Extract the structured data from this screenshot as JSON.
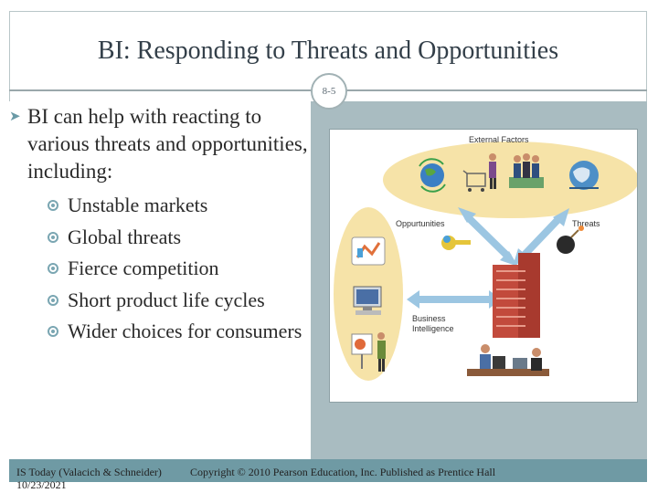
{
  "slide": {
    "title": "BI: Responding to Threats and Opportunities",
    "number": "8-5"
  },
  "body": {
    "main_bullet": "BI can help with reacting to various threats and opportunities, including:",
    "sub_bullets": [
      "Unstable markets",
      "Global threats",
      "Fierce competition",
      "Short product life cycles",
      "Wider choices for consumers"
    ]
  },
  "figure": {
    "external_factors": "External Factors",
    "opportunities": "Oppurtunities",
    "threats": "Threats",
    "business_intelligence_line1": "Business",
    "business_intelligence_line2": "Intelligence"
  },
  "footer": {
    "source_line1": "IS Today (Valacich & Schneider)",
    "source_line2": "10/23/2021",
    "copyright": "Copyright © 2010 Pearson Education, Inc. Published as Prentice Hall"
  },
  "colors": {
    "accent": "#6f9aa4",
    "content_bg": "#a9bcc1",
    "ellipse": "#f6e3a8"
  }
}
